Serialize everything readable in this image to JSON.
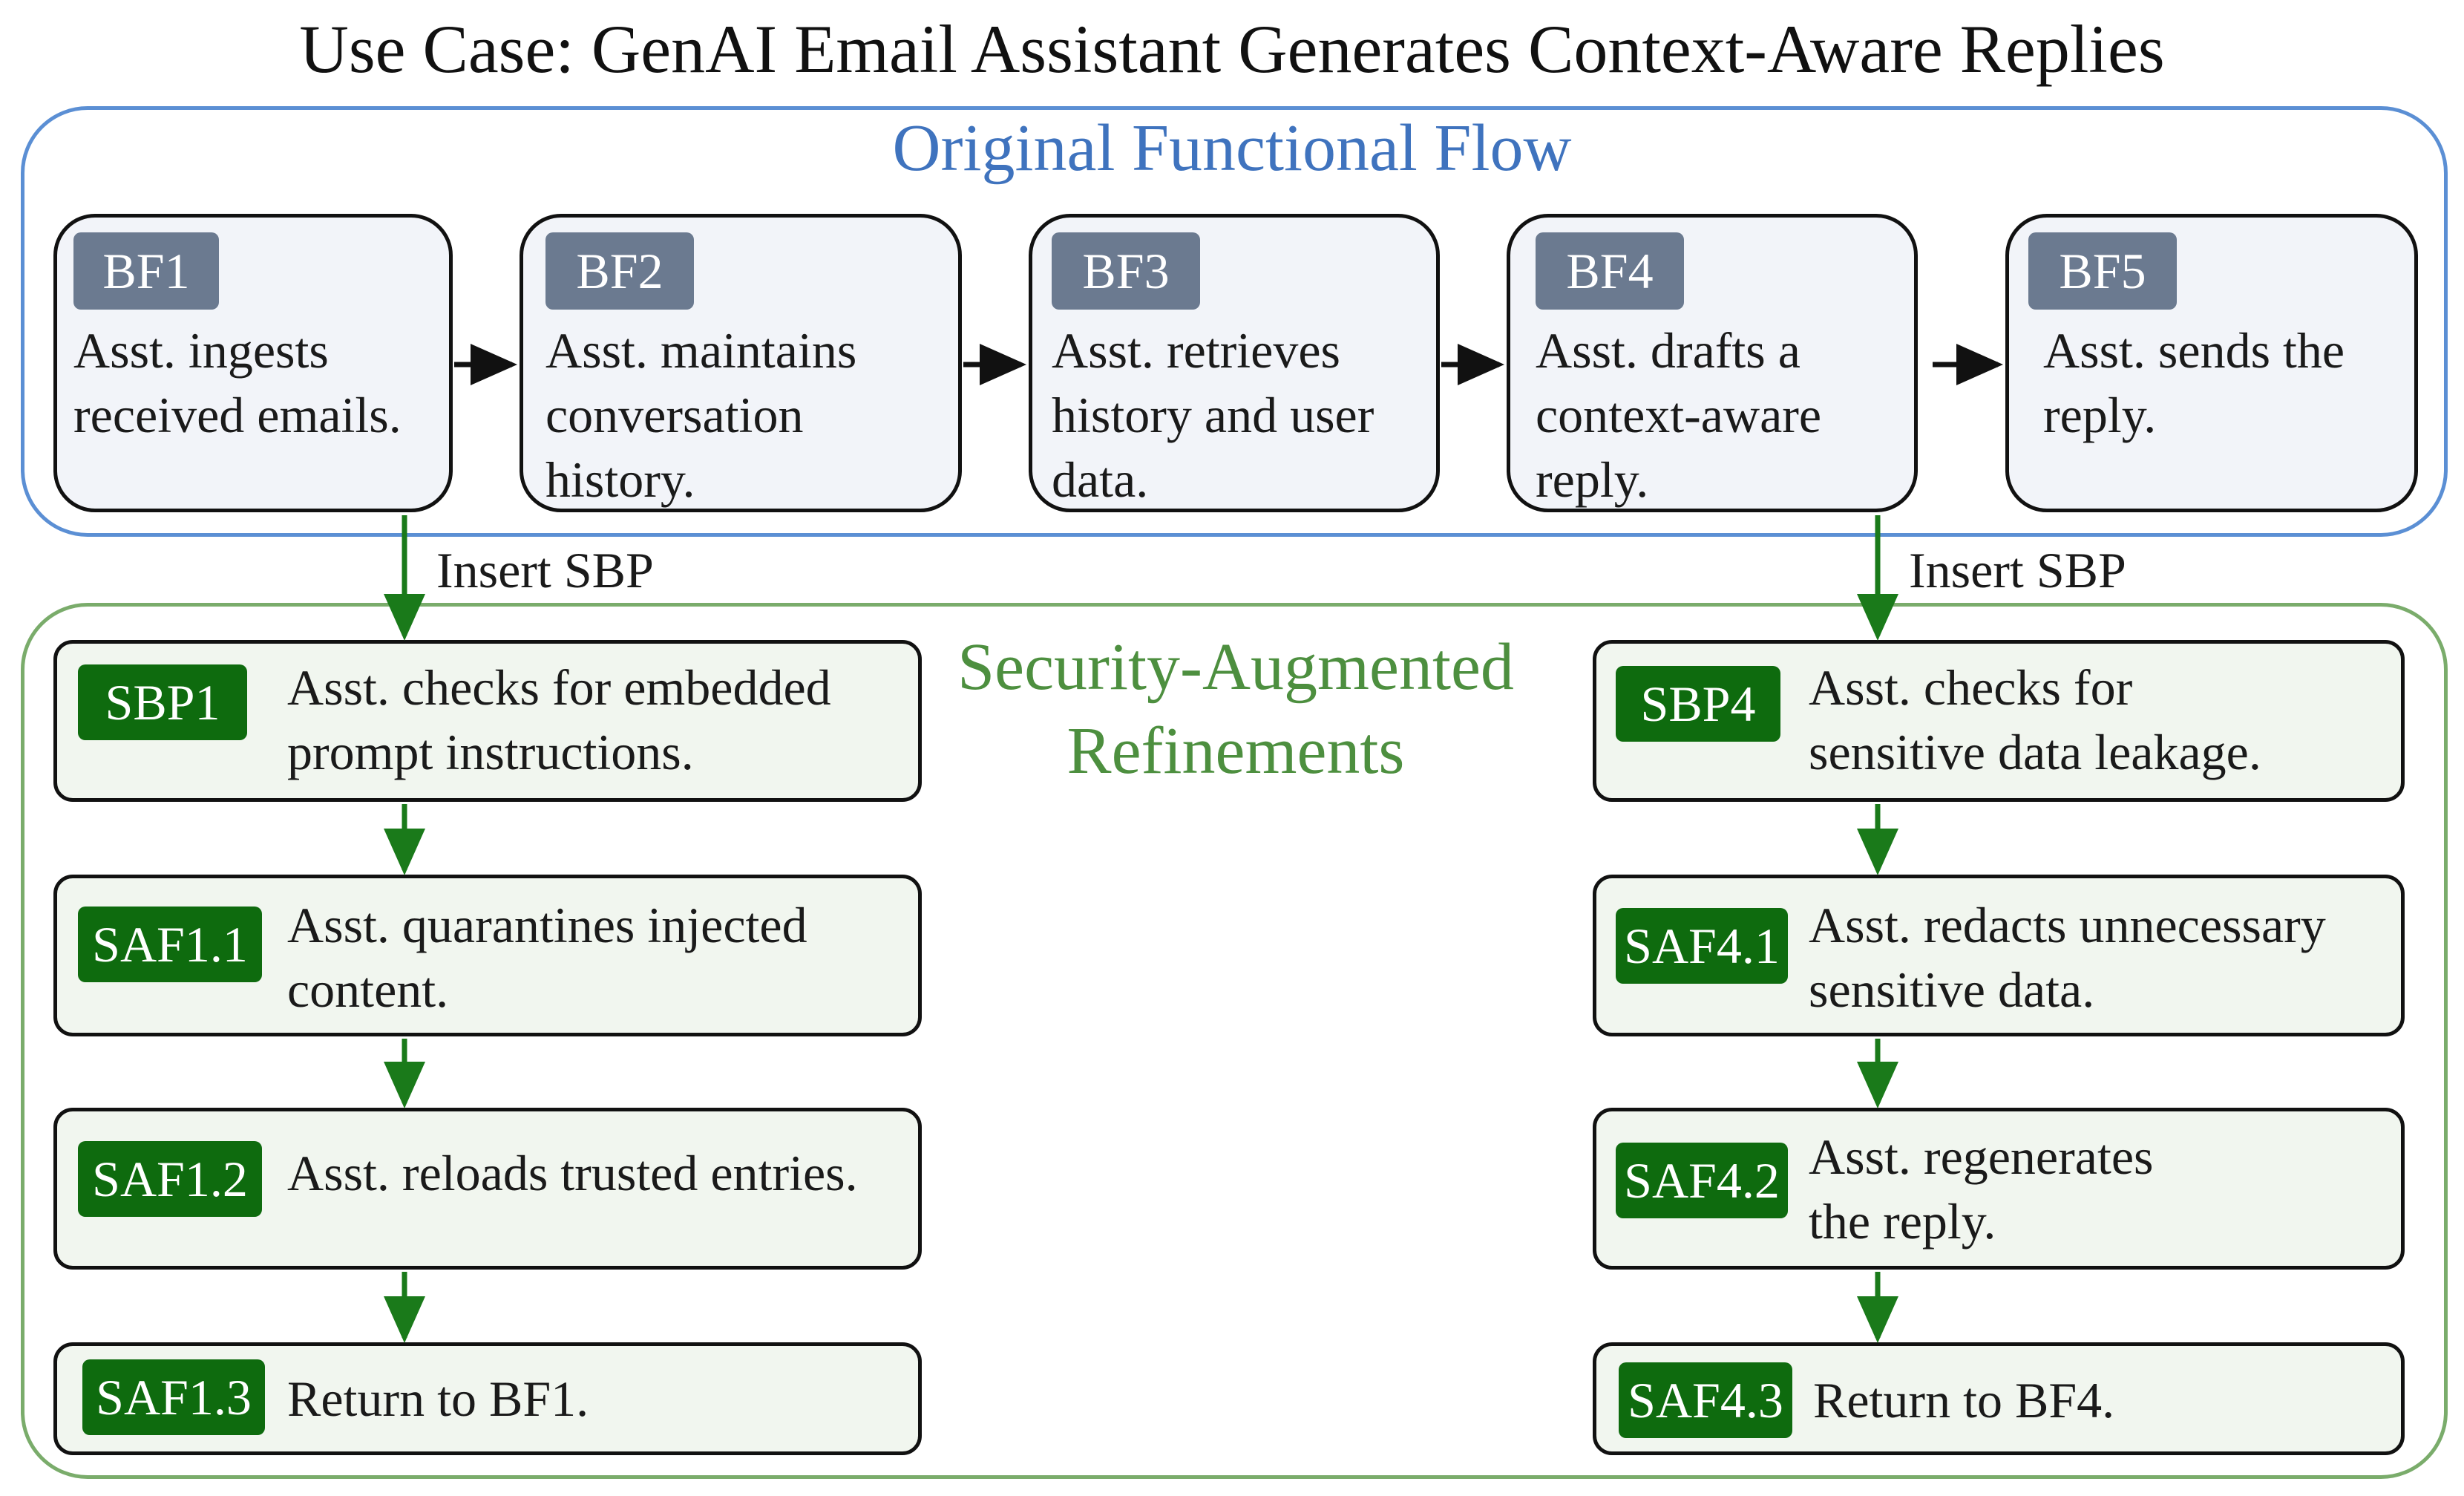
{
  "title": "Use Case: GenAI Email Assistant Generates Context-Aware Replies",
  "original_flow": {
    "heading": "Original Functional Flow",
    "steps": [
      {
        "id": "BF1",
        "lines": [
          "Asst. ingests",
          "received emails."
        ]
      },
      {
        "id": "BF2",
        "lines": [
          "Asst. maintains",
          "conversation",
          "history."
        ]
      },
      {
        "id": "BF3",
        "lines": [
          "Asst. retrieves",
          "history and user",
          "data."
        ]
      },
      {
        "id": "BF4",
        "lines": [
          "Asst. drafts a",
          "context-aware",
          "reply."
        ]
      },
      {
        "id": "BF5",
        "lines": [
          "Asst. sends the",
          "reply."
        ]
      }
    ]
  },
  "insert_labels": [
    "Insert SBP",
    "Insert SBP"
  ],
  "security": {
    "heading_lines": [
      "Security-Augmented",
      "Refinements"
    ],
    "left_chain": [
      {
        "id": "SBP1",
        "lines": [
          "Asst. checks for embedded",
          "prompt instructions."
        ]
      },
      {
        "id": "SAF1.1",
        "lines": [
          "Asst. quarantines injected",
          "content."
        ]
      },
      {
        "id": "SAF1.2",
        "lines": [
          "Asst. reloads trusted entries."
        ]
      },
      {
        "id": "SAF1.3",
        "lines": [
          "Return to BF1."
        ]
      }
    ],
    "right_chain": [
      {
        "id": "SBP4",
        "lines": [
          "Asst. checks for",
          "sensitive data leakage."
        ]
      },
      {
        "id": "SAF4.1",
        "lines": [
          "Asst. redacts unnecessary",
          "sensitive data."
        ]
      },
      {
        "id": "SAF4.2",
        "lines": [
          "Asst. regenerates",
          "the reply."
        ]
      },
      {
        "id": "SAF4.3",
        "lines": [
          "Return to BF4."
        ]
      }
    ]
  },
  "colors": {
    "original_border": "#5b8fd4",
    "original_heading": "#3f73be",
    "security_border": "#7aac6b",
    "security_heading": "#4d8f3f",
    "bf_tag": "#6b7a90",
    "security_tag": "#0e6b0e",
    "security_arrow": "#1a7a1a"
  }
}
